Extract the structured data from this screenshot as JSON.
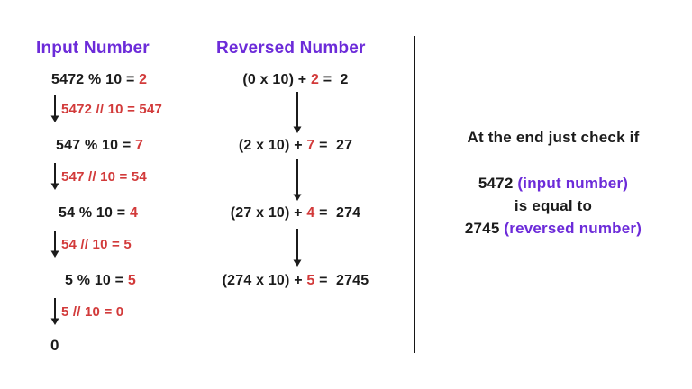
{
  "colors": {
    "accent_purple": "#6C2BD9",
    "accent_red": "#D23A3A",
    "text_black": "#1B1B1B",
    "background": "#FFFFFF"
  },
  "left": {
    "header": "Input Number",
    "steps": [
      {
        "pre": "5472 % 10 = ",
        "digit": "2",
        "div": "5472 // 10 = 547"
      },
      {
        "pre": "547 % 10 = ",
        "digit": "7",
        "div": "547 // 10 = 54"
      },
      {
        "pre": "54 % 10 = ",
        "digit": "4",
        "div": "54 // 10 = 5"
      },
      {
        "pre": "5 % 10 = ",
        "digit": "5",
        "div": "5 // 10 = 0"
      }
    ],
    "final_value": "0"
  },
  "middle": {
    "header": "Reversed Number",
    "steps": [
      {
        "pre": "(0 x 10) + ",
        "digit": "2",
        "post": " =  2"
      },
      {
        "pre": "(2 x 10) + ",
        "digit": "7",
        "post": " =  27"
      },
      {
        "pre": "(27 x 10) + ",
        "digit": "4",
        "post": " =  274"
      },
      {
        "pre": "(274 x 10) + ",
        "digit": "5",
        "post": " =  2745"
      }
    ]
  },
  "right": {
    "line1": "At the end just check if",
    "line2_black": "5472 ",
    "line2_purple": "(input number)",
    "line3": "is equal to",
    "line4_black": "2745 ",
    "line4_purple": "(reversed number)"
  }
}
